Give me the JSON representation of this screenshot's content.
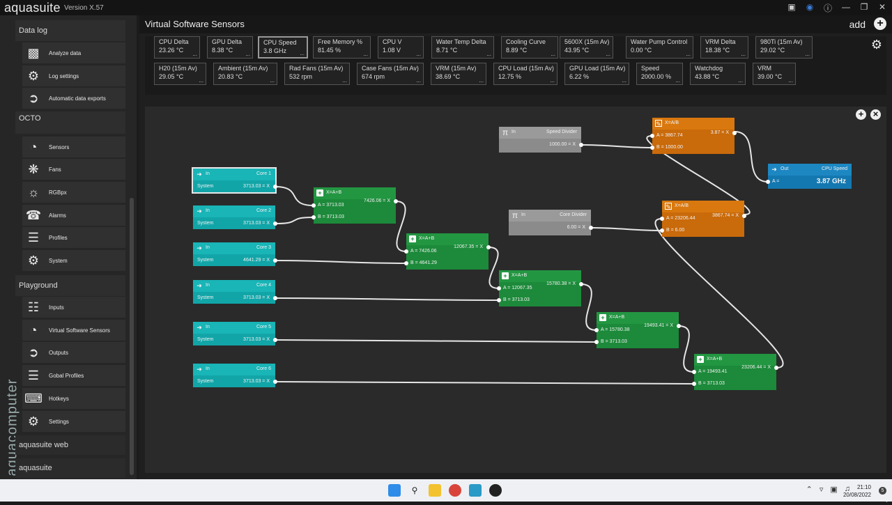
{
  "app": {
    "name": "aquasuite",
    "version": "Version X.57"
  },
  "sidebar": {
    "vertical_brand": "aquacomputer",
    "sections": [
      {
        "title": "Data log",
        "items": [
          {
            "label": "Analyze data",
            "icon": "bar-chart-icon"
          },
          {
            "label": "Log settings",
            "icon": "gear-icon"
          },
          {
            "label": "Automatic data exports",
            "icon": "export-icon"
          }
        ]
      },
      {
        "title": "OCTO",
        "items": [
          {
            "label": "Sensors",
            "icon": "gauge-icon"
          },
          {
            "label": "Fans",
            "icon": "fan-icon"
          },
          {
            "label": "RGBpx",
            "icon": "bulb-icon"
          },
          {
            "label": "Alarms",
            "icon": "alarm-icon"
          },
          {
            "label": "Profiles",
            "icon": "layers-icon"
          },
          {
            "label": "System",
            "icon": "gear-icon"
          }
        ]
      },
      {
        "title": "Playground",
        "items": [
          {
            "label": "Inputs",
            "icon": "sliders-icon"
          },
          {
            "label": "Virtual Software Sensors",
            "icon": "gauge-icon"
          },
          {
            "label": "Outputs",
            "icon": "export-icon"
          },
          {
            "label": "Gobal Profiles",
            "icon": "layers-icon"
          },
          {
            "label": "Hotkeys",
            "icon": "keyboard-icon"
          },
          {
            "label": "Settings",
            "icon": "gear-icon"
          }
        ]
      }
    ],
    "bottom": [
      "aquasuite web",
      "aquasuite"
    ]
  },
  "header": {
    "title": "Virtual Software Sensors",
    "add_label": "add"
  },
  "sensors": [
    {
      "name": "CPU Delta",
      "value": "23.26 °C"
    },
    {
      "name": "GPU Delta",
      "value": "8.38 °C"
    },
    {
      "name": "CPU Speed",
      "value": "3.8 GHz"
    },
    {
      "name": "Free Memory %",
      "value": "81.45 %"
    },
    {
      "name": "CPU V",
      "value": "1.08 V"
    },
    {
      "name": "Water Temp Delta",
      "value": "8.71 °C"
    },
    {
      "name": "Cooling Curve",
      "value": "8.89 °C"
    },
    {
      "name": "5600X (15m Av)",
      "value": "43.95 °C"
    },
    {
      "name": "Water Pump Control",
      "value": "0.00 °C"
    },
    {
      "name": "VRM Delta",
      "value": "18.38 °C"
    },
    {
      "name": "980Ti (15m Av)",
      "value": "29.02 °C"
    },
    {
      "name": "H20 (15m Av)",
      "value": "29.05 °C"
    },
    {
      "name": "Ambient (15m Av)",
      "value": "20.83 °C"
    },
    {
      "name": "Rad Fans (15m Av)",
      "value": "532 rpm"
    },
    {
      "name": "Case Fans (15m Av)",
      "value": "674 rpm"
    },
    {
      "name": "VRM (15m Av)",
      "value": "38.69 °C"
    },
    {
      "name": "CPU Load (15m Av)",
      "value": "12.75 %"
    },
    {
      "name": "GPU Load (15m Av)",
      "value": "6.22 %"
    },
    {
      "name": "Speed",
      "value": "2000.00 %"
    },
    {
      "name": "Watchdog",
      "value": "43.88 °C"
    },
    {
      "name": "VRM",
      "value": "39.00 °C"
    }
  ],
  "tile_dots": "...",
  "nodes": {
    "inputs": [
      {
        "in": "In",
        "name": "Core 1",
        "src": "System",
        "value": "3713.03 = X"
      },
      {
        "in": "In",
        "name": "Core 2",
        "src": "System",
        "value": "3713.03 = X"
      },
      {
        "in": "In",
        "name": "Core 3",
        "src": "System",
        "value": "4641.29 = X"
      },
      {
        "in": "In",
        "name": "Core 4",
        "src": "System",
        "value": "3713.03 = X"
      },
      {
        "in": "In",
        "name": "Core 5",
        "src": "System",
        "value": "3713.03 = X"
      },
      {
        "in": "In",
        "name": "Core 6",
        "src": "System",
        "value": "3713.03 = X"
      }
    ],
    "adders": [
      {
        "formula": "X=A+B",
        "a": "A = 3713.03",
        "b": "B = 3713.03",
        "result": "7426.06 = X"
      },
      {
        "formula": "X=A+B",
        "a": "A = 7426.06",
        "b": "B = 4641.29",
        "result": "12067.35 = X"
      },
      {
        "formula": "X=A+B",
        "a": "A = 12067.35",
        "b": "B = 3713.03",
        "result": "15780.38 = X"
      },
      {
        "formula": "X=A+B",
        "a": "A = 15780.38",
        "b": "B = 3713.03",
        "result": "19493.41 = X"
      },
      {
        "formula": "X=A+B",
        "a": "A = 19493.41",
        "b": "B = 3713.03",
        "result": "23206.44 = X"
      }
    ],
    "consts": [
      {
        "in": "In",
        "name": "Speed Divider",
        "value": "1000.00 = X"
      },
      {
        "in": "In",
        "name": "Core Divider",
        "value": "6.00 = X"
      }
    ],
    "dividers": [
      {
        "formula": "X=A/B",
        "a": "A = 3867.74",
        "b": "B = 1000.00",
        "result": "3.87 = X"
      },
      {
        "formula": "X=A/B",
        "a": "A = 23206.44",
        "b": "B = 6.00",
        "result": "3867.74 = X"
      }
    ],
    "output": {
      "out": "Out",
      "name": "CPU Speed",
      "a": "A =",
      "value": "3.87 GHz"
    }
  },
  "taskbar": {
    "time": "21:10",
    "date": "20/08/2022",
    "notifications": "5"
  }
}
